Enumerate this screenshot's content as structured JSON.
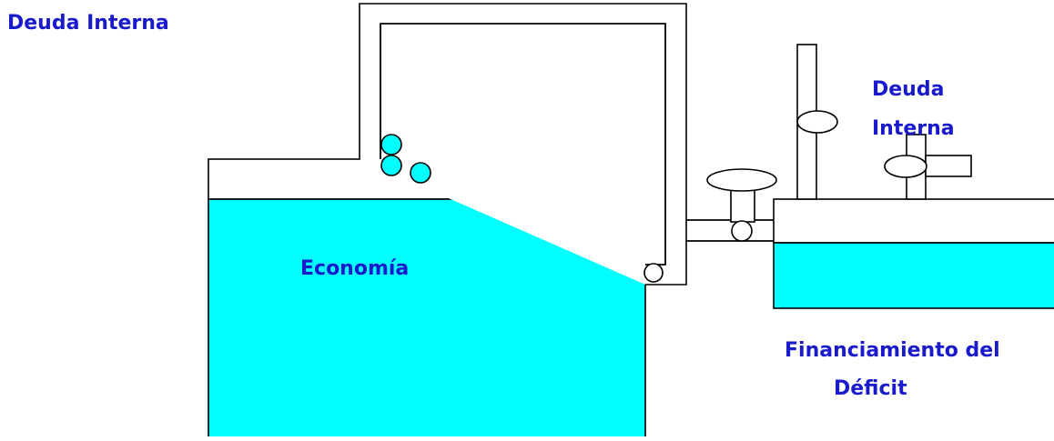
{
  "labels": {
    "top_left_title": "Deuda Interna",
    "valve_label_line1": "Deuda",
    "valve_label_line2": "Interna",
    "main_tank": "Economía",
    "right_tank_line1": "Financiamiento del",
    "right_tank_line2": "Déficit"
  },
  "colors": {
    "water": "#00ffff",
    "outline": "#000000",
    "label_text": "#1a1acd",
    "background": "#ffffff"
  }
}
